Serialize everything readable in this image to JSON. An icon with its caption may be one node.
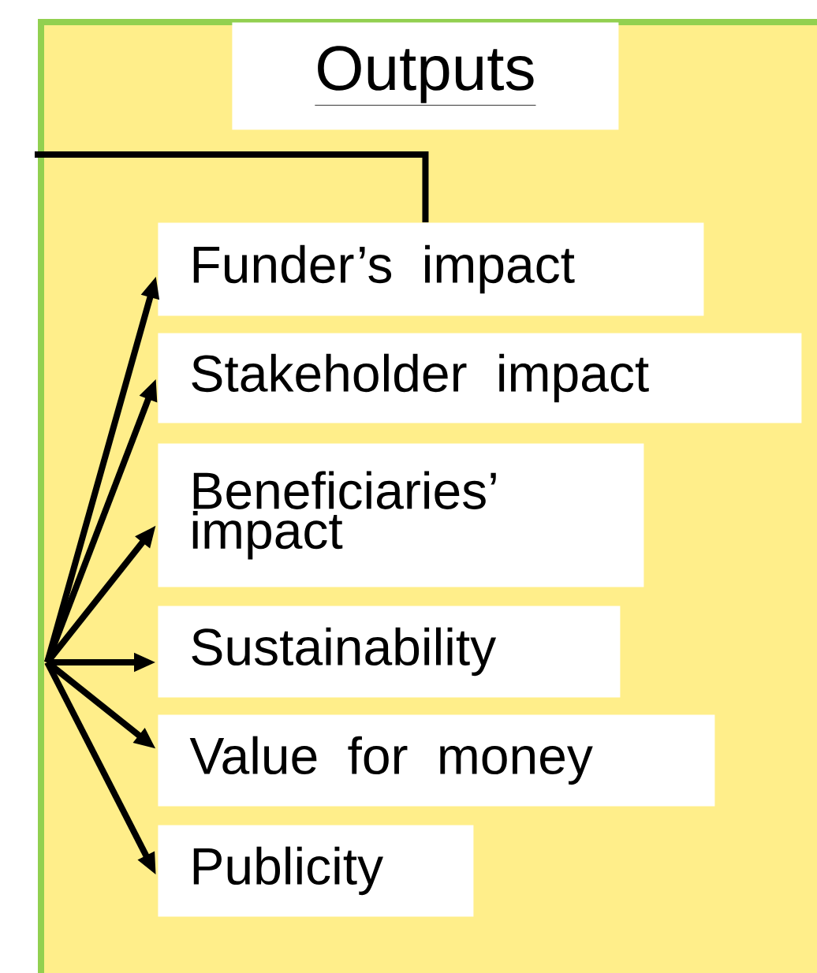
{
  "diagram": {
    "nodes": [
      {
        "text": [],
        "shape": "box"
      },
      {
        "text": [
          "Outputs"
        ],
        "in": 0
      },
      {
        "text": [
          "Funder’s impact"
        ],
        "in": 0
      },
      {
        "text": [
          "Stakeholder impact"
        ],
        "in": 0
      },
      {
        "text": [
          "Beneficiaries’ impact"
        ],
        "in": 0
      },
      {
        "text": [
          "Sustainability"
        ],
        "in": 0
      },
      {
        "text": [
          "Value for money"
        ],
        "in": 0
      },
      {
        "text": [
          "Publicity"
        ],
        "in": 0
      }
    ],
    "edges": [
      {
        "from": null,
        "to": 2,
        "arrow": "none"
      },
      {
        "from": null,
        "to": 2,
        "arrow": "to"
      },
      {
        "from": null,
        "to": 3,
        "arrow": "to"
      },
      {
        "from": null,
        "to": 4,
        "arrow": "to"
      },
      {
        "from": null,
        "to": 5,
        "arrow": "to"
      },
      {
        "from": null,
        "to": 6,
        "arrow": "to"
      },
      {
        "from": null,
        "to": 7,
        "arrow": "to"
      }
    ]
  }
}
